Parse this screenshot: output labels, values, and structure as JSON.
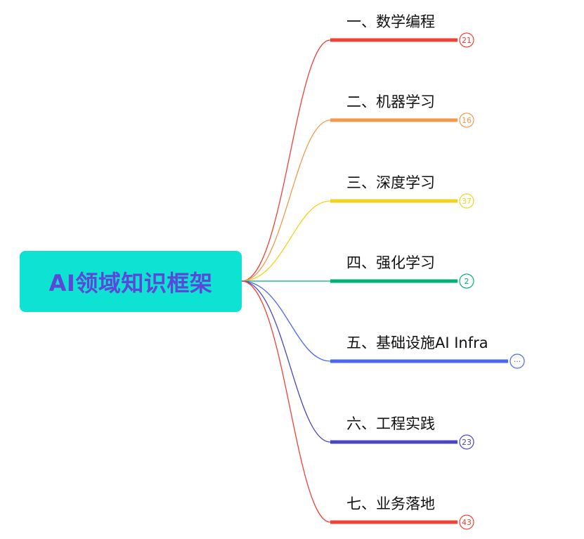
{
  "root": {
    "label": "AI领域知识框架",
    "bg_color": "#0ee2d3",
    "text_color": "#5b47d8"
  },
  "branches": [
    {
      "label": "一、数学编程",
      "count": "21",
      "color": "#ef4136"
    },
    {
      "label": "二、机器学习",
      "count": "16",
      "color": "#f2994a"
    },
    {
      "label": "三、深度学习",
      "count": "37",
      "color": "#f2d21b"
    },
    {
      "label": "四、强化学习",
      "count": "2",
      "color": "#00b27a"
    },
    {
      "label": "五、基础设施AI Infra",
      "count": "···",
      "color": "#4a67f2"
    },
    {
      "label": "六、工程实践",
      "count": "23",
      "color": "#4a45c2"
    },
    {
      "label": "七、业务落地",
      "count": "43",
      "color": "#ef4136"
    }
  ]
}
